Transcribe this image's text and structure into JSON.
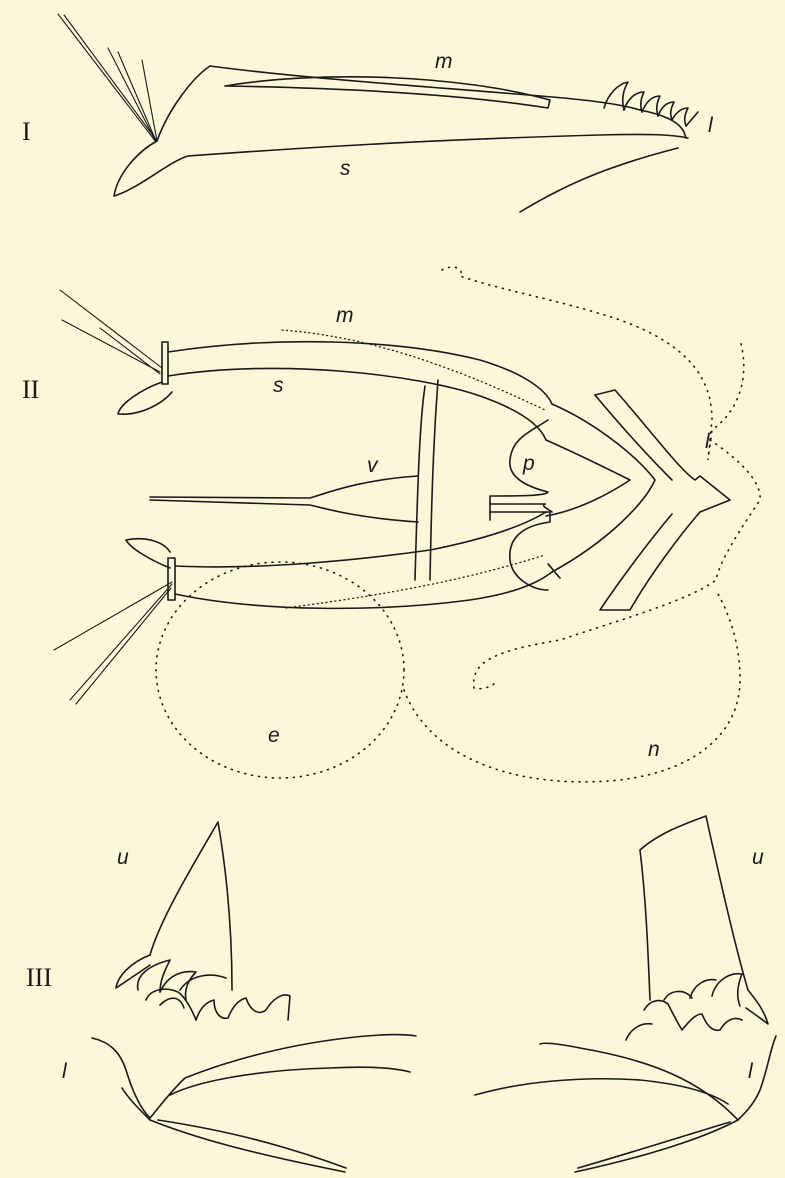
{
  "figures": {
    "I": {
      "numeral": "I",
      "labels": {
        "m": "m",
        "l": "l",
        "s": "s"
      }
    },
    "II": {
      "numeral": "II",
      "labels": {
        "m": "m",
        "s": "s",
        "v": "v",
        "p": "p",
        "l": "l",
        "e": "e",
        "n": "n"
      }
    },
    "III": {
      "numeral": "III",
      "labels": {
        "u_left": "u",
        "u_right": "u",
        "l_left": "l",
        "l_right": "l"
      }
    }
  },
  "colors": {
    "paper": "#fbf7d8",
    "ink": "#1a1a1a"
  }
}
